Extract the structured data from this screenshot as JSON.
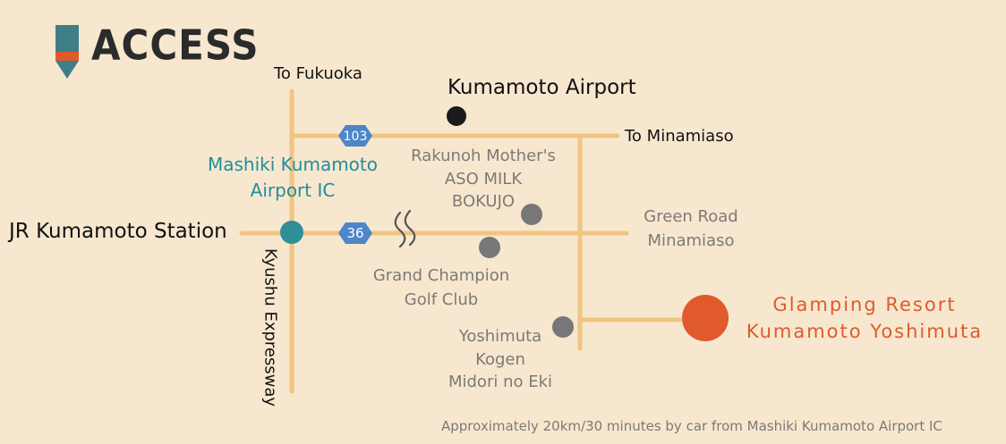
{
  "title": "ACCESS",
  "colors": {
    "background": "#f7e7cf",
    "road": "#f0c580",
    "route_sign": "#4d86c9",
    "ic_marker": "#2d8f98",
    "destination": "#e05a2c",
    "landmark": "#777777",
    "airport": "#1b1b1b"
  },
  "directions": {
    "to_fukuoka": "To Fukuoka",
    "to_minamiaso": "To Minamiaso"
  },
  "places": {
    "airport": "Kumamoto Airport",
    "station": "JR Kumamoto Station",
    "ic_line1": "Mashiki Kumamoto",
    "ic_line2": "Airport IC",
    "expressway": "Kyushu Expressway",
    "farm_line1": "Rakunoh Mother's",
    "farm_line2": "ASO MILK",
    "farm_line3": "BOKUJO",
    "green_line1": "Green Road",
    "green_line2": "Minamiaso",
    "golf_line1": "Grand Champion",
    "golf_line2": "Golf Club",
    "kogen_line1": "Yoshimuta",
    "kogen_line2": "Kogen",
    "kogen_line3": "Midori no Eki",
    "dest_line1": "Glamping Resort",
    "dest_line2": "Kumamoto Yoshimuta"
  },
  "routes": {
    "route_103": "103",
    "route_36": "36"
  },
  "icons": {
    "hot_spring": "hot-spring-icon",
    "title_marker": "pencil-marker-icon"
  },
  "footer_note": "Approximately 20km/30 minutes by car from Mashiki Kumamoto Airport IC"
}
